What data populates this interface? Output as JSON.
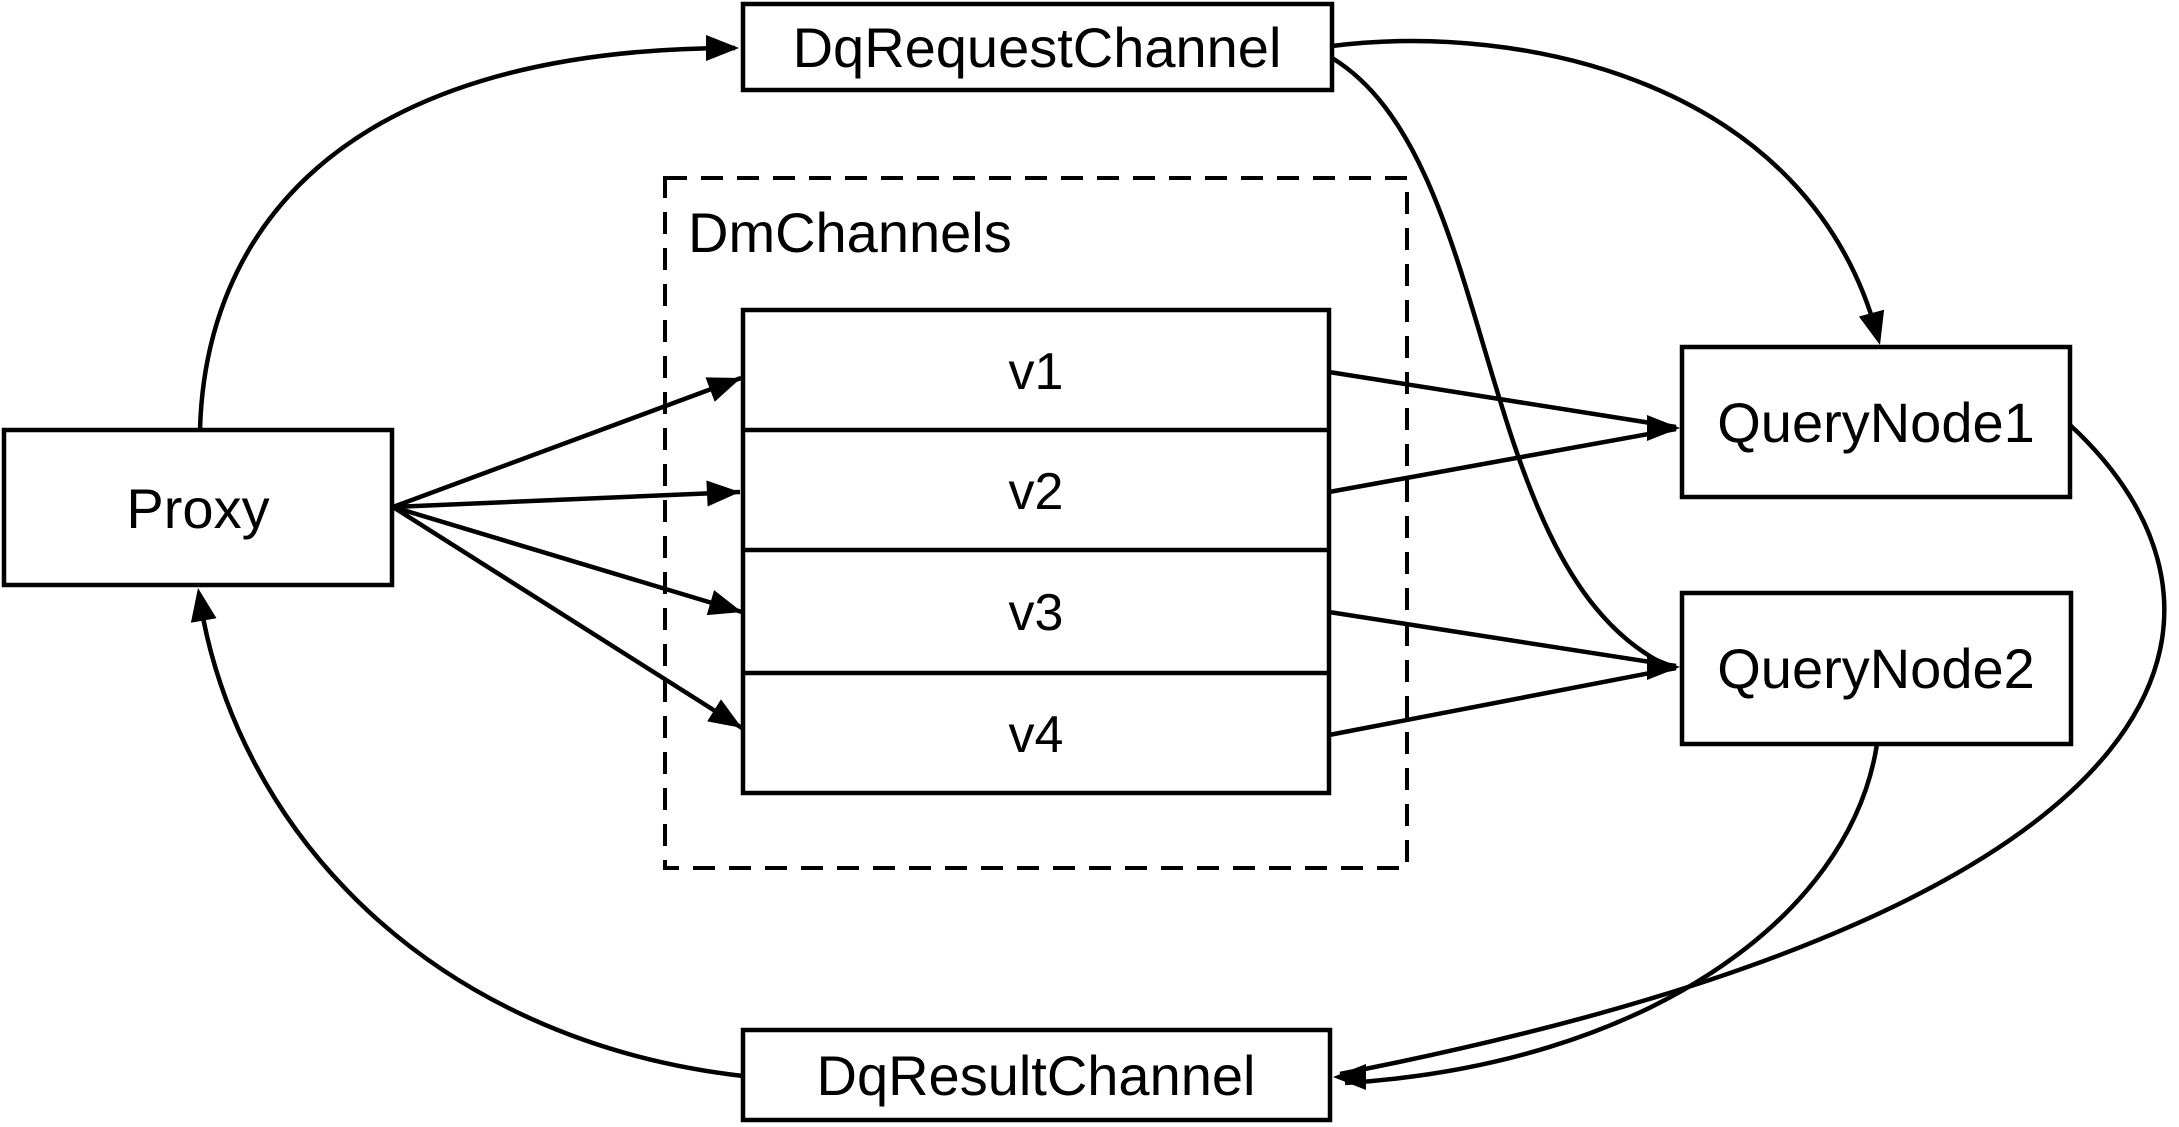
{
  "diagram": {
    "background_color": "#ffffff",
    "stroke_color": "#000000",
    "nodes": {
      "proxy": {
        "label": "Proxy"
      },
      "dq_request_channel": {
        "label": "DqRequestChannel"
      },
      "dm_channels": {
        "label": "DmChannels"
      },
      "channels": [
        {
          "label": "v1"
        },
        {
          "label": "v2"
        },
        {
          "label": "v3"
        },
        {
          "label": "v4"
        }
      ],
      "query_node_1": {
        "label": "QueryNode1"
      },
      "query_node_2": {
        "label": "QueryNode2"
      },
      "dq_result_channel": {
        "label": "DqResultChannel"
      }
    },
    "edges": [
      {
        "from": "Proxy",
        "to": "DqRequestChannel"
      },
      {
        "from": "Proxy",
        "to": "v1"
      },
      {
        "from": "Proxy",
        "to": "v2"
      },
      {
        "from": "Proxy",
        "to": "v3"
      },
      {
        "from": "Proxy",
        "to": "v4"
      },
      {
        "from": "v1",
        "to": "QueryNode1"
      },
      {
        "from": "v2",
        "to": "QueryNode1"
      },
      {
        "from": "v3",
        "to": "QueryNode2"
      },
      {
        "from": "v4",
        "to": "QueryNode2"
      },
      {
        "from": "DqRequestChannel",
        "to": "QueryNode1"
      },
      {
        "from": "DqRequestChannel",
        "to": "QueryNode2"
      },
      {
        "from": "QueryNode1",
        "to": "DqResultChannel"
      },
      {
        "from": "QueryNode2",
        "to": "DqResultChannel"
      },
      {
        "from": "DqResultChannel",
        "to": "Proxy"
      }
    ]
  }
}
